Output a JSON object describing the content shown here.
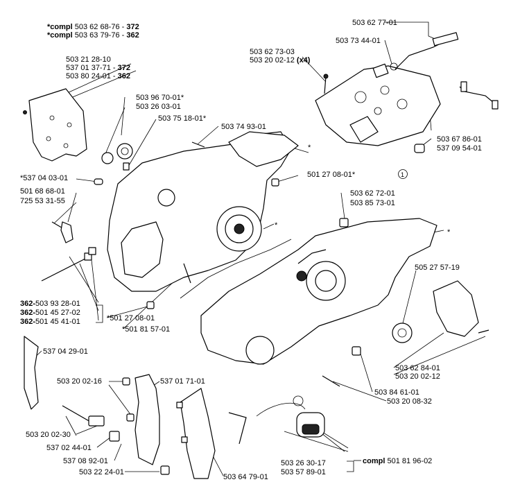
{
  "header": {
    "line1_prefix": "*compl",
    "line1_number": "503 62 68-76 -",
    "line1_suffix": "372",
    "line2_prefix": "*compl",
    "line2_number": "503 63 79-76 -",
    "line2_suffix": "362"
  },
  "guard_group": {
    "l1": "503 21 28-10",
    "l2_number": "537 01 37-71 -",
    "l2_suffix": "372",
    "l3_number": "503 80 24-01 -",
    "l3_suffix": "362"
  },
  "tank_group": {
    "l1": "503 62 73-03",
    "l2_number": "503 20 02-12",
    "l2_suffix": "(x4)"
  },
  "washer_group": {
    "l1_prefix": "362-",
    "l1_number": "503 93 28-01",
    "l2_prefix": "362-",
    "l2_number": "501 45 27-02",
    "l3_prefix": "362-",
    "l3_number": "501 45 41-01"
  },
  "compl_kit": {
    "prefix": "compl",
    "number": "501 81 96-02"
  },
  "labels": {
    "p503627701": "503 62 77-01",
    "p503734401": "503 73 44-01",
    "p503967001": "503 96 70-01*",
    "p503260301": "503 26 03-01",
    "p503751801": "503 75 18-01*",
    "p503749301": "503 74 93-01",
    "p537040301": "*537 04 03-01",
    "p501686801": "501 68 68-01",
    "p725533155": "725 53 31-55",
    "p501270801a": "501 27 08-01*",
    "p503627201": "503 62 72-01",
    "circle_num": "1",
    "p503857301": "503 85 73-01",
    "p503678601": "503 67 86-01",
    "p537095401": "537 09 54-01",
    "p505275719": "505 27 57-19",
    "p501270801b": "*501 27 08-01",
    "p501815701": "*501 81 57-01",
    "p537042901": "537 04 29-01",
    "p503200216": "503 20 02-16",
    "p537017101": "537 01 71-01",
    "p503200230": "503 20 02-30",
    "p537024401": "537 02 44-01",
    "p537089201": "537 08 92-01",
    "p503222401": "503 22 24-01",
    "p503647901": "503 64 79-01",
    "p503628401": "503 62 84-01",
    "p503200212": "503 20 02-12",
    "p503846101": "503 84 61-01",
    "p503200832": "503 20 08-32",
    "p503263017": "503 26 30-17",
    "p503578901": "503 57 89-01",
    "star_a": "*",
    "star_b": "*",
    "star_c": "*"
  }
}
